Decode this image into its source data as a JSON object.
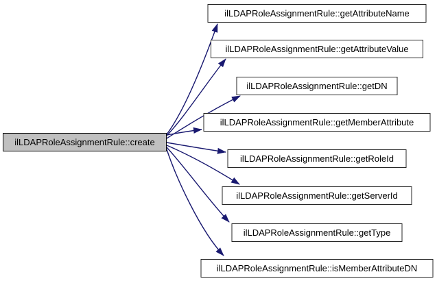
{
  "graph": {
    "caller": {
      "label": "ilLDAPRoleAssignmentRule::create"
    },
    "callees": [
      {
        "label": "ilLDAPRoleAssignmentRule::getAttributeName"
      },
      {
        "label": "ilLDAPRoleAssignmentRule::getAttributeValue"
      },
      {
        "label": "ilLDAPRoleAssignmentRule::getDN"
      },
      {
        "label": "ilLDAPRoleAssignmentRule::getMemberAttribute"
      },
      {
        "label": "ilLDAPRoleAssignmentRule::getRoleId"
      },
      {
        "label": "ilLDAPRoleAssignmentRule::getServerId"
      },
      {
        "label": "ilLDAPRoleAssignmentRule::getType"
      },
      {
        "label": "ilLDAPRoleAssignmentRule::isMemberAttributeDN"
      }
    ],
    "colors": {
      "edge": "#191970",
      "caller_fill": "#c0c0c0",
      "callee_fill": "#ffffff",
      "node_border": "#262626",
      "background": "#ffffff",
      "text": "#000000"
    }
  }
}
